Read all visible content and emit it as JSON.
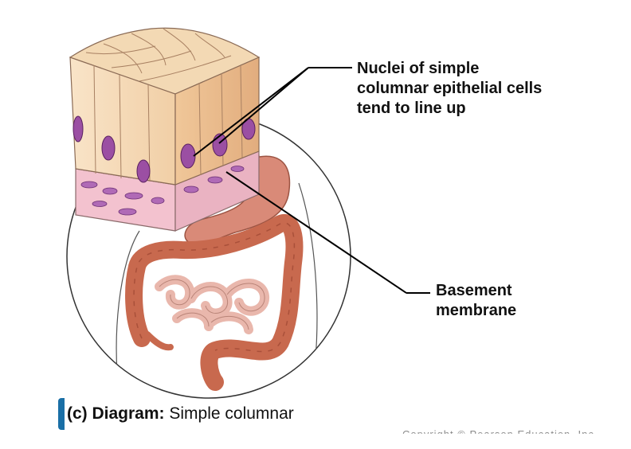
{
  "labels": {
    "nuclei": [
      "Nuclei of simple",
      "columnar epithelial cells",
      "tend to line up"
    ],
    "basement": [
      "Basement",
      "membrane"
    ]
  },
  "caption": {
    "prefix": "(c) Diagram:",
    "text": "Simple columnar"
  },
  "copyright": "Copyright © Pearson Education, Inc.",
  "colors": {
    "cell_face": "#f6dcbc",
    "cell_top": "#f3d9b4",
    "cell_side": "#e8b98a",
    "nucleus": "#9b4fa3",
    "connective_tissue": "#f3c2cf",
    "intestine": "#c8694e",
    "small_intestine": "#e9b7ac",
    "stomach": "#d98a78",
    "leader_line": "#000000"
  }
}
